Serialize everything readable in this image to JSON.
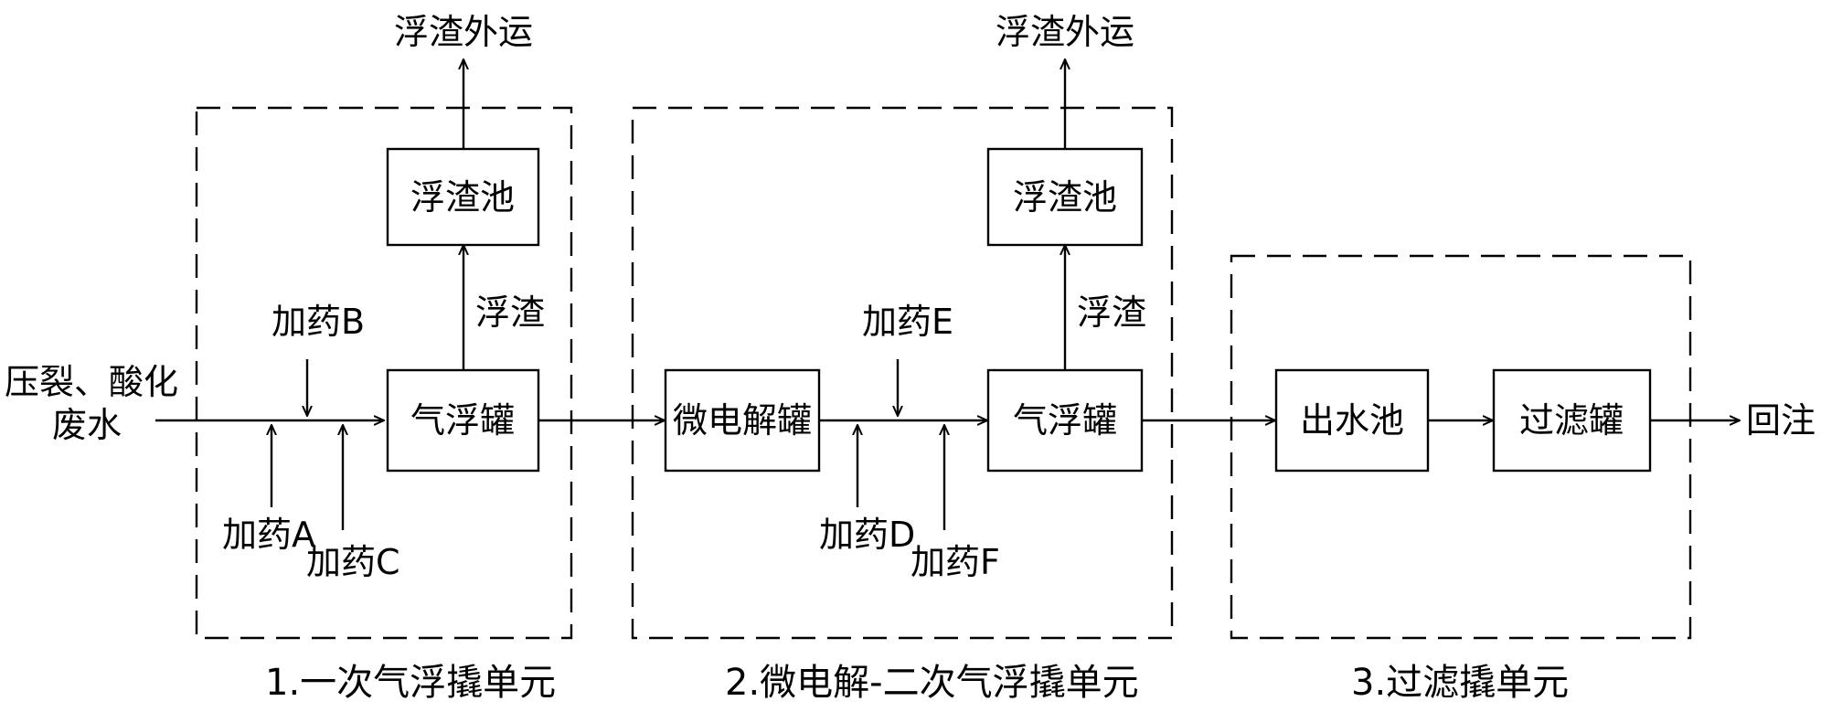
{
  "inputs": {
    "wastewater_line1": "压裂、酸化",
    "wastewater_line2": "废水"
  },
  "output": "回注",
  "units": {
    "unit1": "1.一次气浮撬单元",
    "unit2": "2.微电解-二次气浮撬单元",
    "unit3": "3.过滤撬单元"
  },
  "boxes": {
    "scum_pool_1": "浮渣池",
    "flotation_tank_1": "气浮罐",
    "micro_electrolysis_tank": "微电解罐",
    "scum_pool_2": "浮渣池",
    "flotation_tank_2": "气浮罐",
    "outlet_pool": "出水池",
    "filter_tank": "过滤罐"
  },
  "labels": {
    "scum_transport_1": "浮渣外运",
    "scum_transport_2": "浮渣外运",
    "scum_1": "浮渣",
    "scum_2": "浮渣"
  },
  "dosing": {
    "a": "加药A",
    "b": "加药B",
    "c": "加药C",
    "d": "加药D",
    "e": "加药E",
    "f": "加药F"
  }
}
